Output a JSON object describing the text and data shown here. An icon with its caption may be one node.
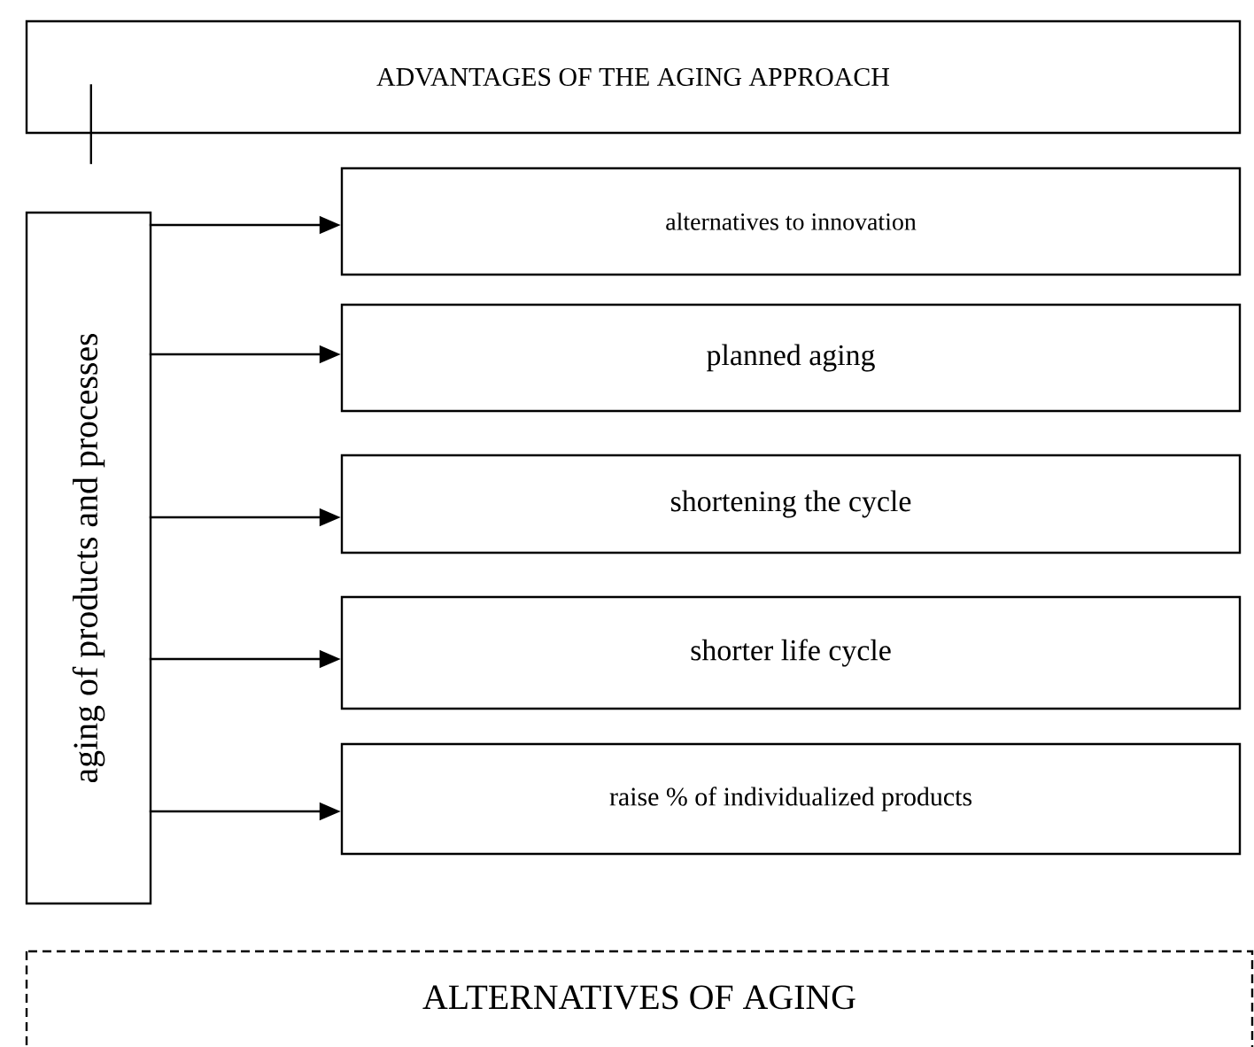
{
  "diagram": {
    "nodes": [
      {
        "text": [
          "ADVANTAGES OF THE AGING APPROACH"
        ]
      },
      {
        "text": [
          "aging of products and processes"
        ]
      },
      {
        "text": [
          "alternatives to innovation"
        ]
      },
      {
        "text": [
          "planned aging"
        ]
      },
      {
        "text": [
          "shortening the cycle"
        ]
      },
      {
        "text": [
          "shorter life cycle"
        ]
      },
      {
        "text": [
          "raise % of individualized products"
        ]
      },
      {
        "text": [
          "ALTERNATIVES OF AGING"
        ]
      }
    ],
    "edges": [
      {
        "from": 0,
        "to": null,
        "arrow": "none"
      },
      {
        "from": 1,
        "to": 2,
        "arrow": "to"
      },
      {
        "from": 1,
        "to": 3,
        "arrow": "to"
      },
      {
        "from": 1,
        "to": 4,
        "arrow": "to"
      },
      {
        "from": 1,
        "to": 5,
        "arrow": "to"
      },
      {
        "from": 1,
        "to": 6,
        "arrow": "to"
      }
    ]
  }
}
